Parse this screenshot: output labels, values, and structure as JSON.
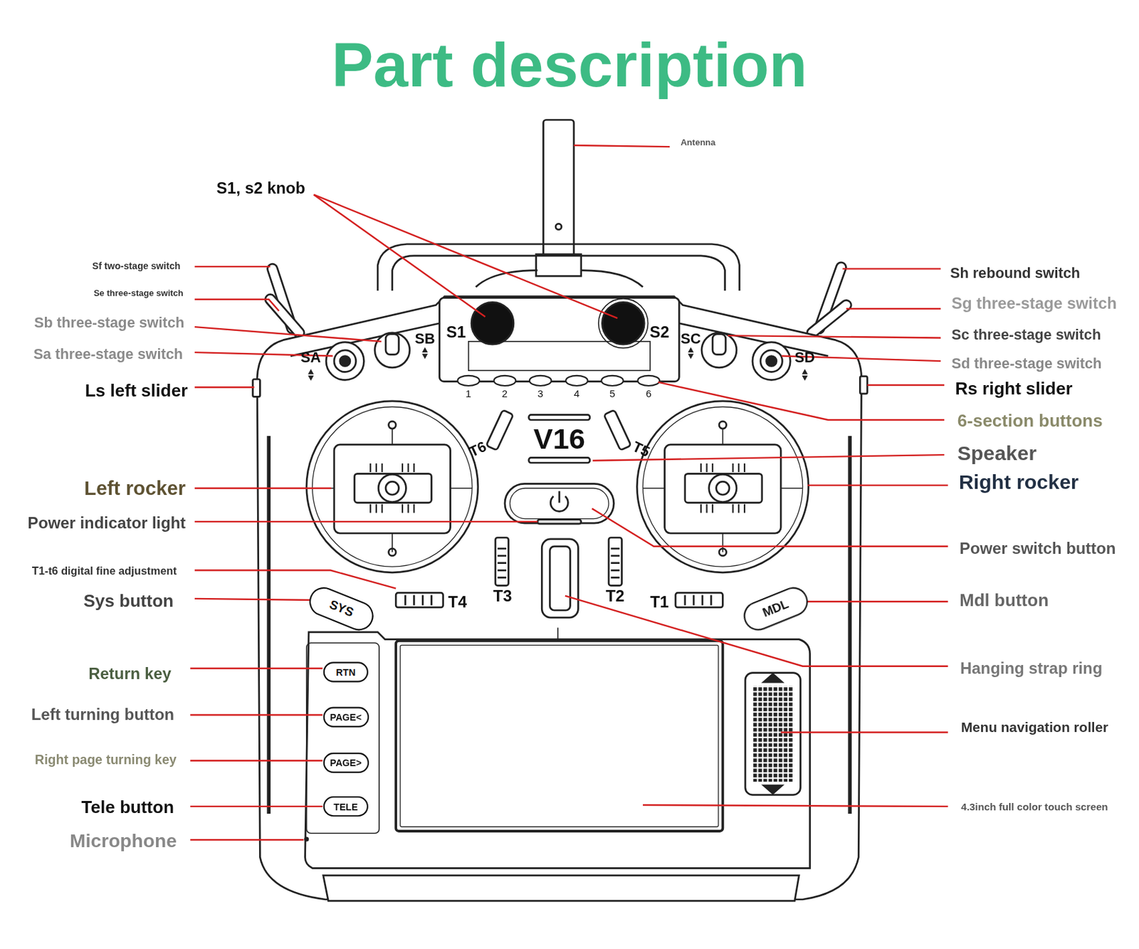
{
  "diagram": {
    "title": "Part description",
    "nodes": [
      {
        "text": [
          "SYS"
        ]
      },
      {
        "text": [
          "MDL"
        ]
      },
      {
        "text": [
          "RTN"
        ]
      },
      {
        "text": [
          "PAGE<"
        ]
      },
      {
        "text": [
          "PAGE>"
        ]
      },
      {
        "text": [
          "TELE"
        ]
      }
    ],
    "labels": [
      "Antenna",
      "S1, s2 knob",
      "Sf two-stage switch",
      "Se three-stage switch",
      "Sb three-stage switch",
      "Sa three-stage switch",
      "Ls left slider",
      "Left rocker",
      "Power indicator light",
      "T1-t6 digital fine adjustment",
      "Sys button",
      "Return key",
      "Left turning button",
      "Right page turning key",
      "Tele button",
      "Microphone",
      "Sh rebound switch",
      "Sg three-stage switch",
      "Sc three-stage switch",
      "Sd three-stage switch",
      "Rs right slider",
      "6-section buttons",
      "Speaker",
      "Right rocker",
      "Power switch button",
      "Mdl button",
      "Hanging strap ring",
      "Menu navigation roller",
      "4.3inch full color touch screen",
      "S1",
      "S2",
      "SA",
      "SB",
      "SC",
      "SD",
      "1",
      "2",
      "3",
      "4",
      "5",
      "6",
      "V16",
      "T6",
      "T5",
      "T4",
      "T3",
      "T2",
      "T1"
    ]
  }
}
